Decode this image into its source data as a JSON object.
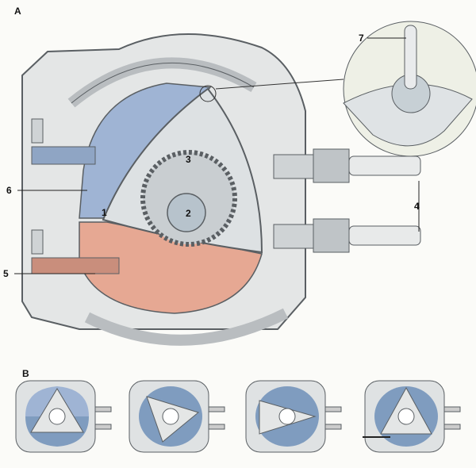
{
  "figure": {
    "panel_a_label": "A",
    "panel_b_label": "B",
    "callouts": {
      "rotor": "1",
      "eccentric_shaft": "2",
      "gear": "3",
      "spark_plugs": "4",
      "exhaust_port": "5",
      "intake_port": "6",
      "apex_seal": "7"
    }
  },
  "colors": {
    "intake": "#9fb4d4",
    "exhaust": "#e6a893",
    "housing": "#e4e6e6",
    "outline": "#5a5f63"
  }
}
